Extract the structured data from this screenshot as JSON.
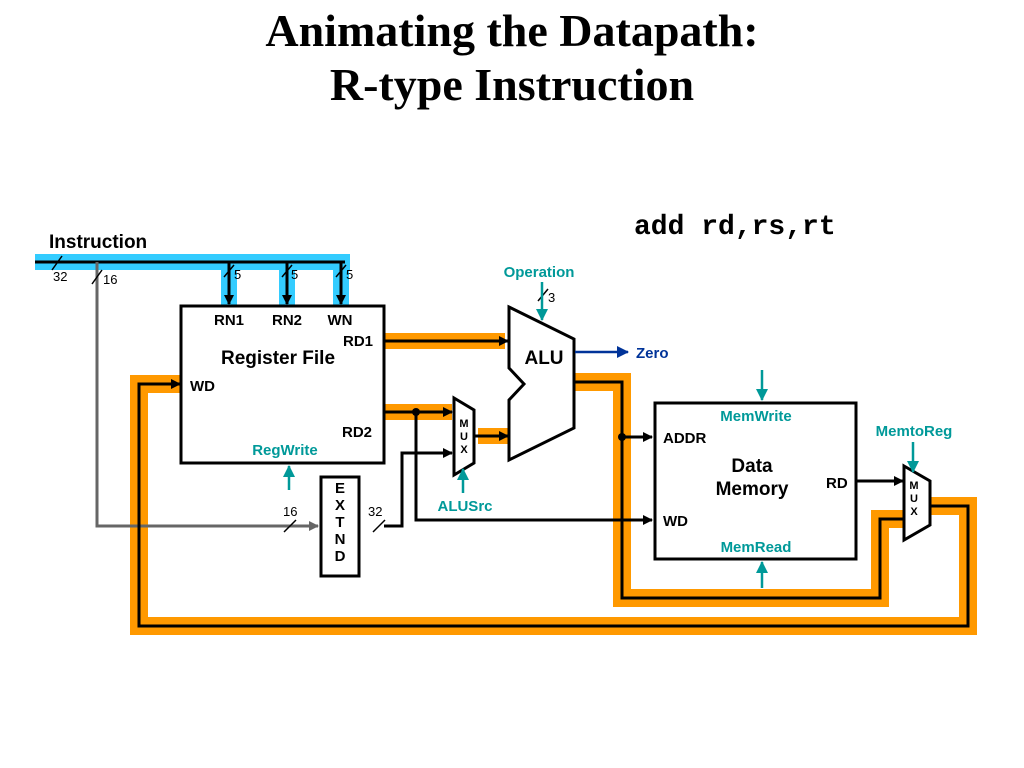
{
  "slide": {
    "title_line1": "Animating the Datapath:",
    "title_line2": "R-type Instruction",
    "instruction_text": "add rd,rs,rt"
  },
  "labels": {
    "instruction": "Instruction",
    "bus_32": "32",
    "bus_16": "16",
    "reg_bus_5": "5",
    "op_bus_3": "3",
    "ext_in_16": "16",
    "ext_out_32": "32",
    "rn1": "RN1",
    "rn2": "RN2",
    "wn": "WN",
    "rd1": "RD1",
    "rd2": "RD2",
    "wd": "WD",
    "register_file": "Register File",
    "regwrite": "RegWrite",
    "extend": [
      "E",
      "X",
      "T",
      "N",
      "D"
    ],
    "mux": [
      "M",
      "U",
      "X"
    ],
    "alusrc": "ALUSrc",
    "operation": "Operation",
    "alu": "ALU",
    "zero": "Zero",
    "memwrite": "MemWrite",
    "addr": "ADDR",
    "data_memory_line1": "Data",
    "data_memory_line2": "Memory",
    "mem_rd": "RD",
    "mem_wd": "WD",
    "memread": "MemRead",
    "memtoreg": "MemtoReg"
  },
  "colors": {
    "active_instruction": "#33ccff",
    "active_data": "#ff9900",
    "control": "#009999",
    "zero_signal": "#003399",
    "wire": "#000000",
    "inactive_wire": "#666666"
  }
}
